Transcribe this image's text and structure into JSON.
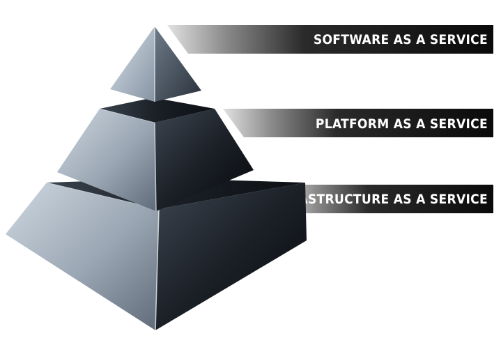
{
  "layers": [
    {
      "label": "SOFTWARE AS A SERVICE"
    },
    {
      "label": "PLATFORM AS A SERVICE"
    },
    {
      "label": "INFRASTRUCTURE AS A SERVICE"
    }
  ],
  "colors": {
    "band_dark": "#0d0d0d",
    "band_mid": "#4a4a4a",
    "band_light": "#d8d8d8",
    "pyramid_light": "#c9d3dd",
    "pyramid_mid": "#7d8a98",
    "pyramid_dark": "#0c0f13",
    "label_text": "#ffffff"
  }
}
